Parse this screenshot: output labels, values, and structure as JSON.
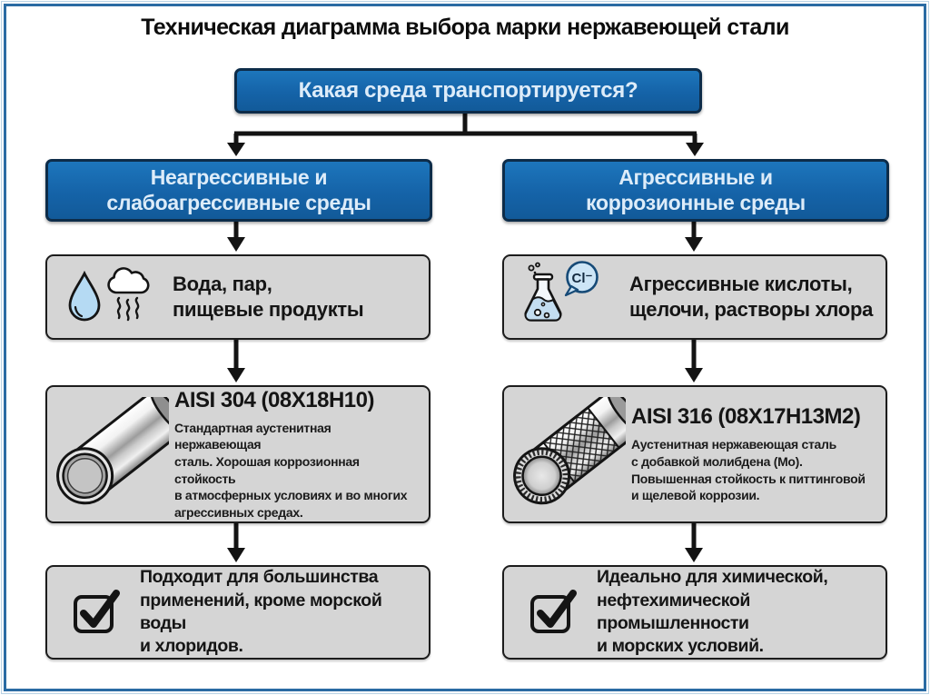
{
  "title": "Техническая диаграмма выбора марки нержавеющей стали",
  "root": {
    "question": "Какая среда транспортируется?"
  },
  "left": {
    "condition": "Неагрессивные и\nслабоагрессивные среды",
    "media": {
      "text": "Вода, пар,\nпищевые продукты",
      "icons": [
        "water-drop-icon",
        "steam-icon"
      ]
    },
    "grade": {
      "name": "AISI 304 (08Х18Н10)",
      "description": "Стандартная аустенитная нержавеющая\nсталь. Хорошая коррозионная стойкость\nв атмосферных условиях и во многих\nагрессивных средах.",
      "icon": "smooth-pipe-icon"
    },
    "result": "Подходит для большинства\nприменений, кроме морской воды\nи хлоридов."
  },
  "right": {
    "condition": "Агрессивные и\nкоррозионные среды",
    "media": {
      "text": "Агрессивные кислоты,\nщелочи, растворы хлора",
      "icons": [
        "flask-icon",
        "chlorine-bubble-icon"
      ],
      "chlorine_label": "Cl⁻"
    },
    "grade": {
      "name": "AISI 316 (08Х17Н13М2)",
      "description": "Аустенитная нержавеющая сталь\nс добавкой молибдена (Мо).\nПовышенная стойкость к питтинговой\nи щелевой коррозии.",
      "icon": "braided-pipe-icon"
    },
    "result": "Идеально для химической,\nнефтехимической промышленности\nи морских условий."
  },
  "colors": {
    "box_blue": "#1563a8",
    "box_blue_border": "#0d2c49",
    "box_gray": "#d5d5d5",
    "frame_blue": "#2a6ba3",
    "arrow_black": "#131313",
    "drop_blue": "#b5daf3",
    "bubble_blue": "#cde5f6"
  }
}
